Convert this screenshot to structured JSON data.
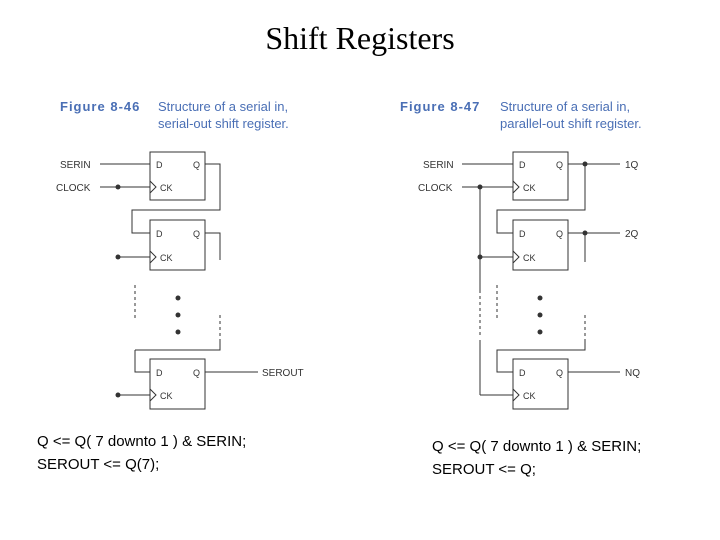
{
  "title": "Shift Registers",
  "figures": [
    {
      "number": "Figure 8-46",
      "caption_line1": "Structure of a serial in,",
      "caption_line2": "serial-out shift register.",
      "signals": {
        "serin": "SERIN",
        "clock": "CLOCK",
        "output": "SEROUT"
      }
    },
    {
      "number": "Figure 8-47",
      "caption_line1": "Structure of a serial in,",
      "caption_line2": "parallel-out shift register.",
      "signals": {
        "serin": "SERIN",
        "clock": "CLOCK",
        "outputs": [
          "1Q",
          "2Q",
          "NQ"
        ]
      }
    }
  ],
  "flipflop_pins": {
    "d": "D",
    "q": "Q",
    "ck": "CK"
  },
  "code_left": {
    "line1": "Q <= Q( 7 downto 1 ) & SERIN;",
    "line2": "SEROUT <= Q(7);"
  },
  "code_right": {
    "line1": "Q <= Q( 7 downto 1 ) & SERIN;",
    "line2": "SEROUT <= Q;"
  }
}
